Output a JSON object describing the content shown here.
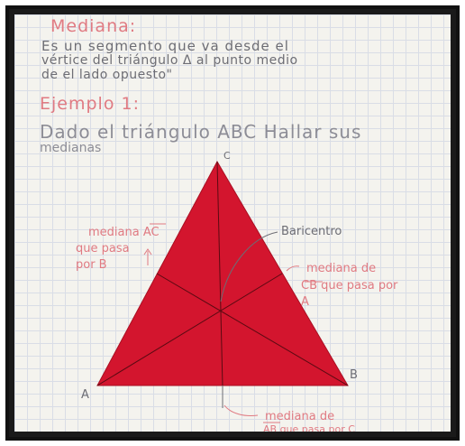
{
  "notebook": {
    "title": "Mediana:",
    "definition_lines": [
      "Es un segmento que va desde el",
      "vértice del triángulo Δ al punto medio",
      "de el lado opuesto\""
    ],
    "example_heading": "Ejemplo 1:",
    "prompt_line1": "Dado el triángulo ABC Hallar sus",
    "prompt_line2": "medianas"
  },
  "figure": {
    "vertices": {
      "a": "A",
      "b": "B",
      "c": "C"
    },
    "label_ac": [
      "mediana AC",
      "que pasa",
      "por B"
    ],
    "label_bary": "Baricentro",
    "label_cb": [
      "mediana de",
      "CB que pasa por",
      "A"
    ],
    "label_ab": [
      "mediana de",
      "AB que pasa por C"
    ]
  },
  "colors": {
    "triangle": "#d3152e",
    "pink_ink": "#e07a82",
    "grey_ink": "#8d8d96"
  }
}
